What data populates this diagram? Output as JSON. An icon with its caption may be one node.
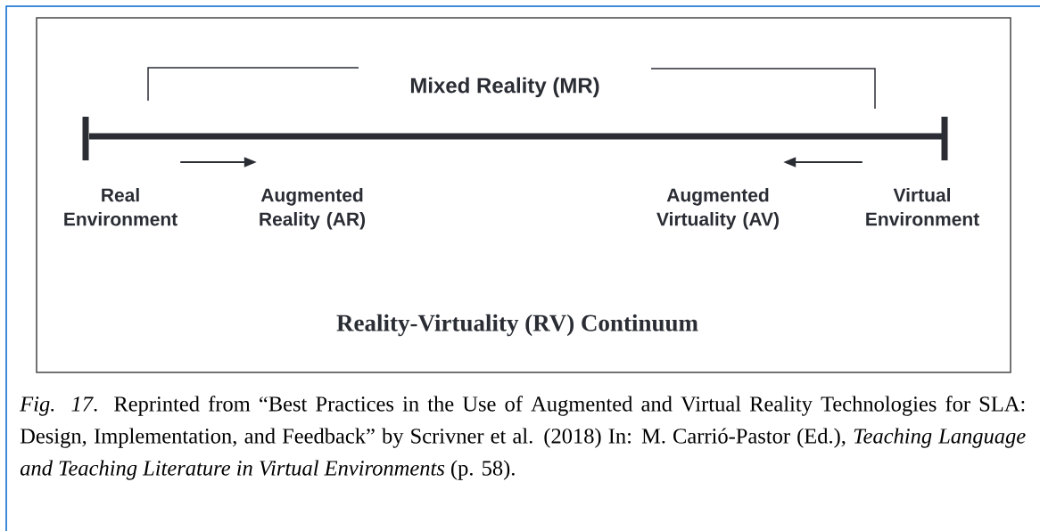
{
  "diagram": {
    "caption": "*Fig. 17*. Reprinted from “Best Practices in the Use of Augmented and Virtual Reality Technologies for SLA: Design, Implementation, and Feedback” by Scrivner et al. (2018) In: M. Carrió-Pastor (Ed.), *Teaching Language and Teaching Literature in Virtual Environments* (p. 58).",
    "nodes": [
      {
        "text": [
          "Real Environment"
        ]
      },
      {
        "text": [
          "Augmented Reality (AR)"
        ]
      },
      {
        "text": [
          "Augmented Virtuality (AV)"
        ]
      },
      {
        "text": [
          "Virtual Environment"
        ]
      }
    ],
    "edges": [
      {
        "from": 0,
        "to": 1,
        "arrow": "to"
      },
      {
        "from": 3,
        "to": 2,
        "arrow": "to"
      }
    ],
    "labels": [
      "Mixed Reality (MR)",
      "Reality-Virtuality (RV) Continuum"
    ]
  }
}
